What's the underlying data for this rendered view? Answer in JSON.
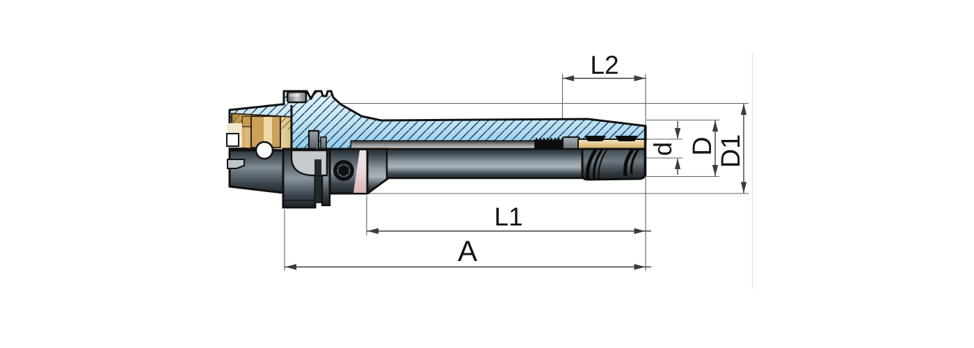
{
  "drawing": {
    "description": "Technical section drawing of an HSK shank tool holder (slim chuck) with dimension callouts",
    "labels": {
      "total_length": "A",
      "gauge_length": "L1",
      "clamp_length": "L2",
      "bore_diameter": "d",
      "nose_diameter": "D",
      "body_diameter": "D1"
    },
    "colors": {
      "dimension": "#3c3c3c",
      "extension": "#5f5f5f",
      "label": "#141414",
      "outline": "#101010",
      "page_border": "#e4e4e6",
      "hatch_fill": "#bfe3f5",
      "hatch_line": "#1f3d58",
      "gold_hatch_line": "#8a6420",
      "gold": "#d9b36a",
      "steel_dark": "#2a3238",
      "steel_light": "#a8b2ba",
      "slot_gray": "#c6cacf",
      "highlight_pink": "#f6dcdc"
    }
  }
}
